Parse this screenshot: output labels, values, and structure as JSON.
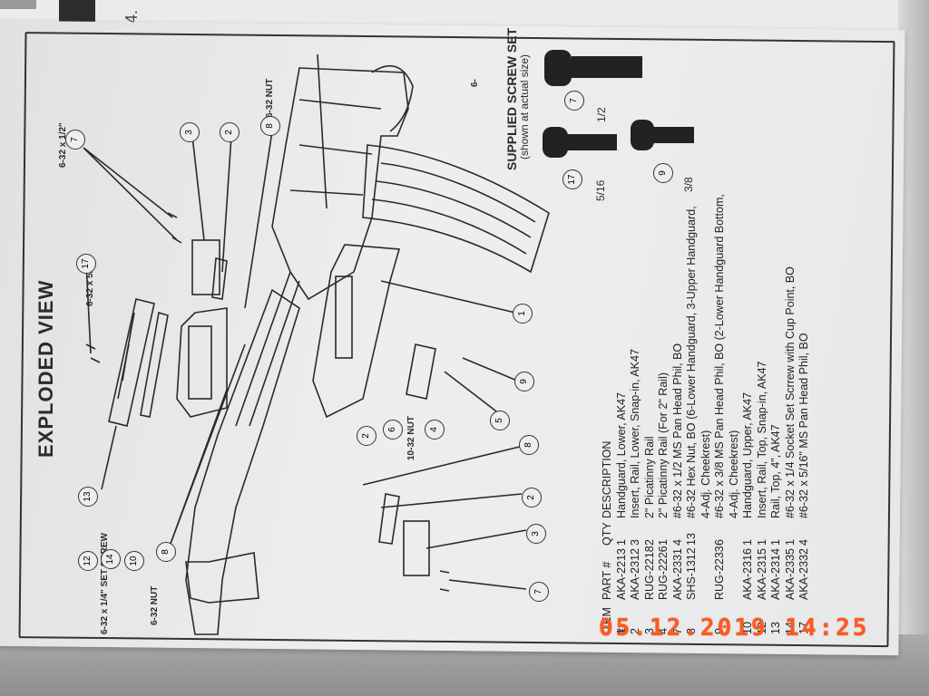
{
  "back_page": {
    "page_number": "4."
  },
  "header": {
    "title": "EXPLODED VIEW",
    "screw_set_title": "SUPPLIED SCREW SET",
    "screw_set_subtitle": "(shown at actual size)"
  },
  "screws": [
    {
      "callout": "7",
      "size": "1/2"
    },
    {
      "callout": "17",
      "size": "5/16"
    },
    {
      "callout": "9",
      "size": "3/8"
    }
  ],
  "diagram_labels": {
    "screw_1_2": "6-32 x 1/2\"",
    "screw_5_16": "6-32 x 5/16\"",
    "set_screw": "6-32 x 1/4\" SET SCREW",
    "nut_6_32_a": "6-32 NUT",
    "nut_6_32_b": "6-32 NUT",
    "nut_10_32": "10-32 NUT",
    "corner_mark": "6-"
  },
  "callouts": [
    "7",
    "17",
    "13",
    "12",
    "14",
    "10",
    "8",
    "3",
    "2",
    "8",
    "1",
    "9",
    "5",
    "4",
    "6",
    "2",
    "8",
    "2",
    "3",
    "7"
  ],
  "parts_table": {
    "headers": {
      "item": "ITEM #",
      "part": "PART #",
      "qty": "QTY",
      "desc": "DESCRIPTION"
    },
    "rows": [
      {
        "item": "1",
        "part": "AKA-2213",
        "qty": "1",
        "desc": "Handguard, Lower, AK47"
      },
      {
        "item": "2",
        "part": "AKA-2312",
        "qty": "3",
        "desc": "Insert, Rail, Lower, Snap-in, AK47"
      },
      {
        "item": "3",
        "part": "RUG-2218",
        "qty": "2",
        "desc": "2\" Picatinny Rail"
      },
      {
        "item": "4",
        "part": "RUG-2226",
        "qty": "1",
        "desc": "2\" Picatinny Rail (For 2\" Rail)"
      },
      {
        "item": "7",
        "part": "AKA-2331",
        "qty": "4",
        "desc": "#6-32 x 1/2 MS Pan Head Phil, BO"
      },
      {
        "item": "8",
        "part": "SHS-1312",
        "qty": "13",
        "desc": "#6-32 Hex Nut, BO (6-Lower Handguard, 3-Upper Handguard,"
      },
      {
        "item": "",
        "part": "",
        "qty": "",
        "desc": "4-Adj. Cheekrest)"
      },
      {
        "item": "9",
        "part": "RUG-2233",
        "qty": "6",
        "desc": "#6-32 x 3/8 MS Pan Head Phil, BO (2-Lower Handguard Bottom,"
      },
      {
        "item": "",
        "part": "",
        "qty": "",
        "desc": "4-Adj. Cheekrest)"
      },
      {
        "item": "10",
        "part": "AKA-2316",
        "qty": "1",
        "desc": "Handguard, Upper, AK47"
      },
      {
        "item": "12",
        "part": "AKA-2315",
        "qty": "1",
        "desc": "Insert, Rail, Top, Snap-in, AK47"
      },
      {
        "item": "13",
        "part": "AKA-2314",
        "qty": "1",
        "desc": "Rail, Top, 4\", AK47"
      },
      {
        "item": "14",
        "part": "AKA-2335",
        "qty": "1",
        "desc": "#6-32 x 1/4 Socket Set Scrrew with Cup Point, BO"
      },
      {
        "item": "17",
        "part": "AKA-2332",
        "qty": "4",
        "desc": "#6-32 x 5/16\" MS Pan Head Phil, BO"
      }
    ]
  },
  "camera_timestamp": "05.12.2019 14:25"
}
